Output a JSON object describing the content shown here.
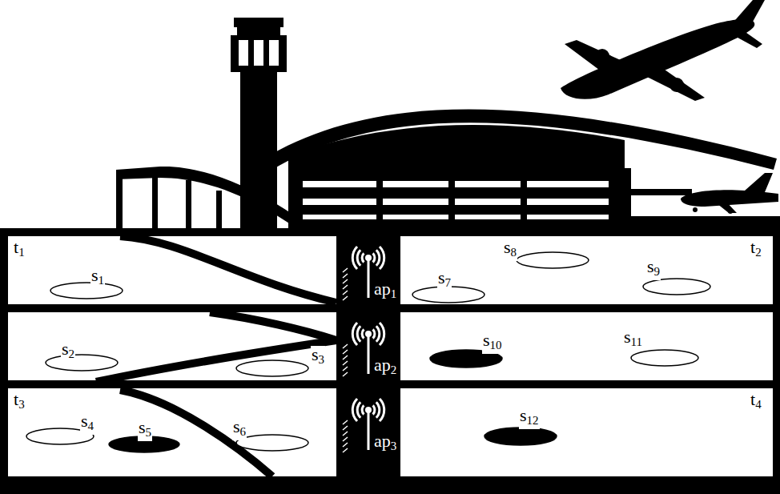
{
  "diagram": {
    "nodes": [
      {
        "text": [
          "s1"
        ]
      },
      {
        "text": [
          "s2"
        ]
      },
      {
        "text": [
          "s3"
        ]
      },
      {
        "text": [
          "s4"
        ]
      },
      {
        "text": [
          "s5"
        ]
      },
      {
        "text": [
          "s6"
        ]
      },
      {
        "text": [
          "s7"
        ]
      },
      {
        "text": [
          "s8"
        ]
      },
      {
        "text": [
          "s9"
        ]
      },
      {
        "text": [
          "s10"
        ]
      },
      {
        "text": [
          "s11"
        ]
      },
      {
        "text": [
          "s12"
        ]
      }
    ],
    "labels": [
      "t1",
      "ap1",
      "t2",
      "ap2",
      "t3",
      "ap3",
      "t4"
    ]
  }
}
